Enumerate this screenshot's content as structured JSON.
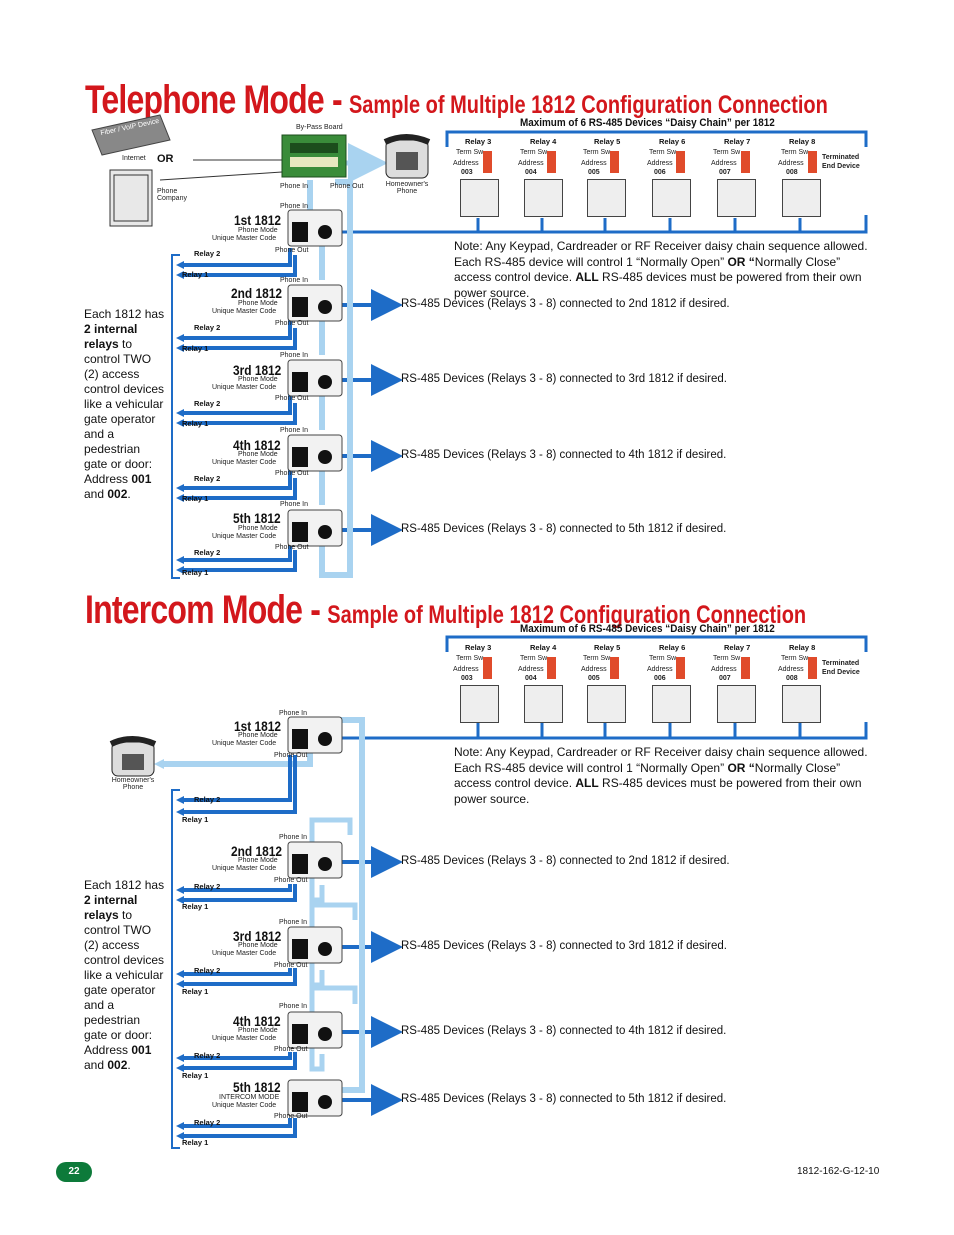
{
  "telephone": {
    "title_big": "Telephone Mode -",
    "title_small": "Sample of Multiple 1812 Configuration Connection",
    "max_label": "Maximum of 6 RS-485 Devices “Daisy Chain” per 1812",
    "bypass_board": "By-Pass Board",
    "fiber_label": "Fiber / VoIP Device",
    "internet": "Internet",
    "or": "OR",
    "phone_company": "Phone Company",
    "phone_in": "Phone In",
    "phone_out": "Phone Out",
    "homeowners_phone": "Homeowner's Phone",
    "units": [
      {
        "name": "1st 1812",
        "mode": "Phone Mode",
        "code": "Unique Master Code"
      },
      {
        "name": "2nd 1812",
        "mode": "Phone Mode",
        "code": "Unique Master Code"
      },
      {
        "name": "3rd 1812",
        "mode": "Phone Mode",
        "code": "Unique Master Code"
      },
      {
        "name": "4th 1812",
        "mode": "Phone Mode",
        "code": "Unique Master Code"
      },
      {
        "name": "5th 1812",
        "mode": "Phone Mode",
        "code": "Unique Master Code"
      }
    ]
  },
  "intercom": {
    "title_big": "Intercom Mode -",
    "title_small": "Sample of Multiple 1812 Configuration Connection",
    "max_label": "Maximum of 6 RS-485 Devices “Daisy Chain” per 1812",
    "homeowners_phone": "Homeowner's Phone",
    "phone_in": "Phone In",
    "phone_out": "Phone Out",
    "units": [
      {
        "name": "1st 1812",
        "mode": "Phone Mode",
        "code": "Unique Master Code"
      },
      {
        "name": "2nd 1812",
        "mode": "Phone Mode",
        "code": "Unique Master Code"
      },
      {
        "name": "3rd 1812",
        "mode": "Phone Mode",
        "code": "Unique Master Code"
      },
      {
        "name": "4th 1812",
        "mode": "Phone Mode",
        "code": "Unique Master Code"
      },
      {
        "name": "5th 1812",
        "mode": "INTERCOM MODE",
        "code": "Unique Master Code"
      }
    ]
  },
  "relay2": "Relay 2",
  "relay1": "Relay 1",
  "devices": [
    {
      "relay": "Relay 3",
      "address": "003"
    },
    {
      "relay": "Relay 4",
      "address": "004"
    },
    {
      "relay": "Relay 5",
      "address": "005"
    },
    {
      "relay": "Relay 6",
      "address": "006"
    },
    {
      "relay": "Relay 7",
      "address": "007"
    },
    {
      "relay": "Relay 8",
      "address": "008"
    }
  ],
  "term_sw": "Term Sw",
  "address": "Address",
  "terminated": "Terminated End Device",
  "note": {
    "a": "Note: Any Keypad, Cardreader or RF Receiver daisy chain sequence allowed. Each RS-485 device will control 1 “Normally Open” ",
    "or": "OR “",
    "b": "Normally Close” access control device. ",
    "all": "ALL",
    "c": " RS-485 devices must be powered from their own power source."
  },
  "rs485": [
    "RS-485 Devices (Relays 3 - 8) connected to 2nd 1812 if desired.",
    "RS-485 Devices (Relays 3 - 8) connected to 3rd 1812 if desired.",
    "RS-485 Devices (Relays 3 - 8) connected to 4th 1812 if desired.",
    "RS-485 Devices (Relays 3 - 8) connected to 5th 1812 if desired."
  ],
  "each": {
    "a": "Each 1812 has ",
    "b": "2 internal relays",
    "c": " to control TWO (2) access control devices like a vehicular gate operator and a pedestrian gate or door: Address ",
    "d": "001",
    "e": " and ",
    "f": "002",
    "g": "."
  },
  "page_number": "22",
  "doc_number": "1812-162-G-12-10",
  "colors": {
    "red": "#d3171c",
    "blue": "#1e6cc7",
    "lightblue": "#a9d3f0",
    "green": "#0d7a3a"
  }
}
